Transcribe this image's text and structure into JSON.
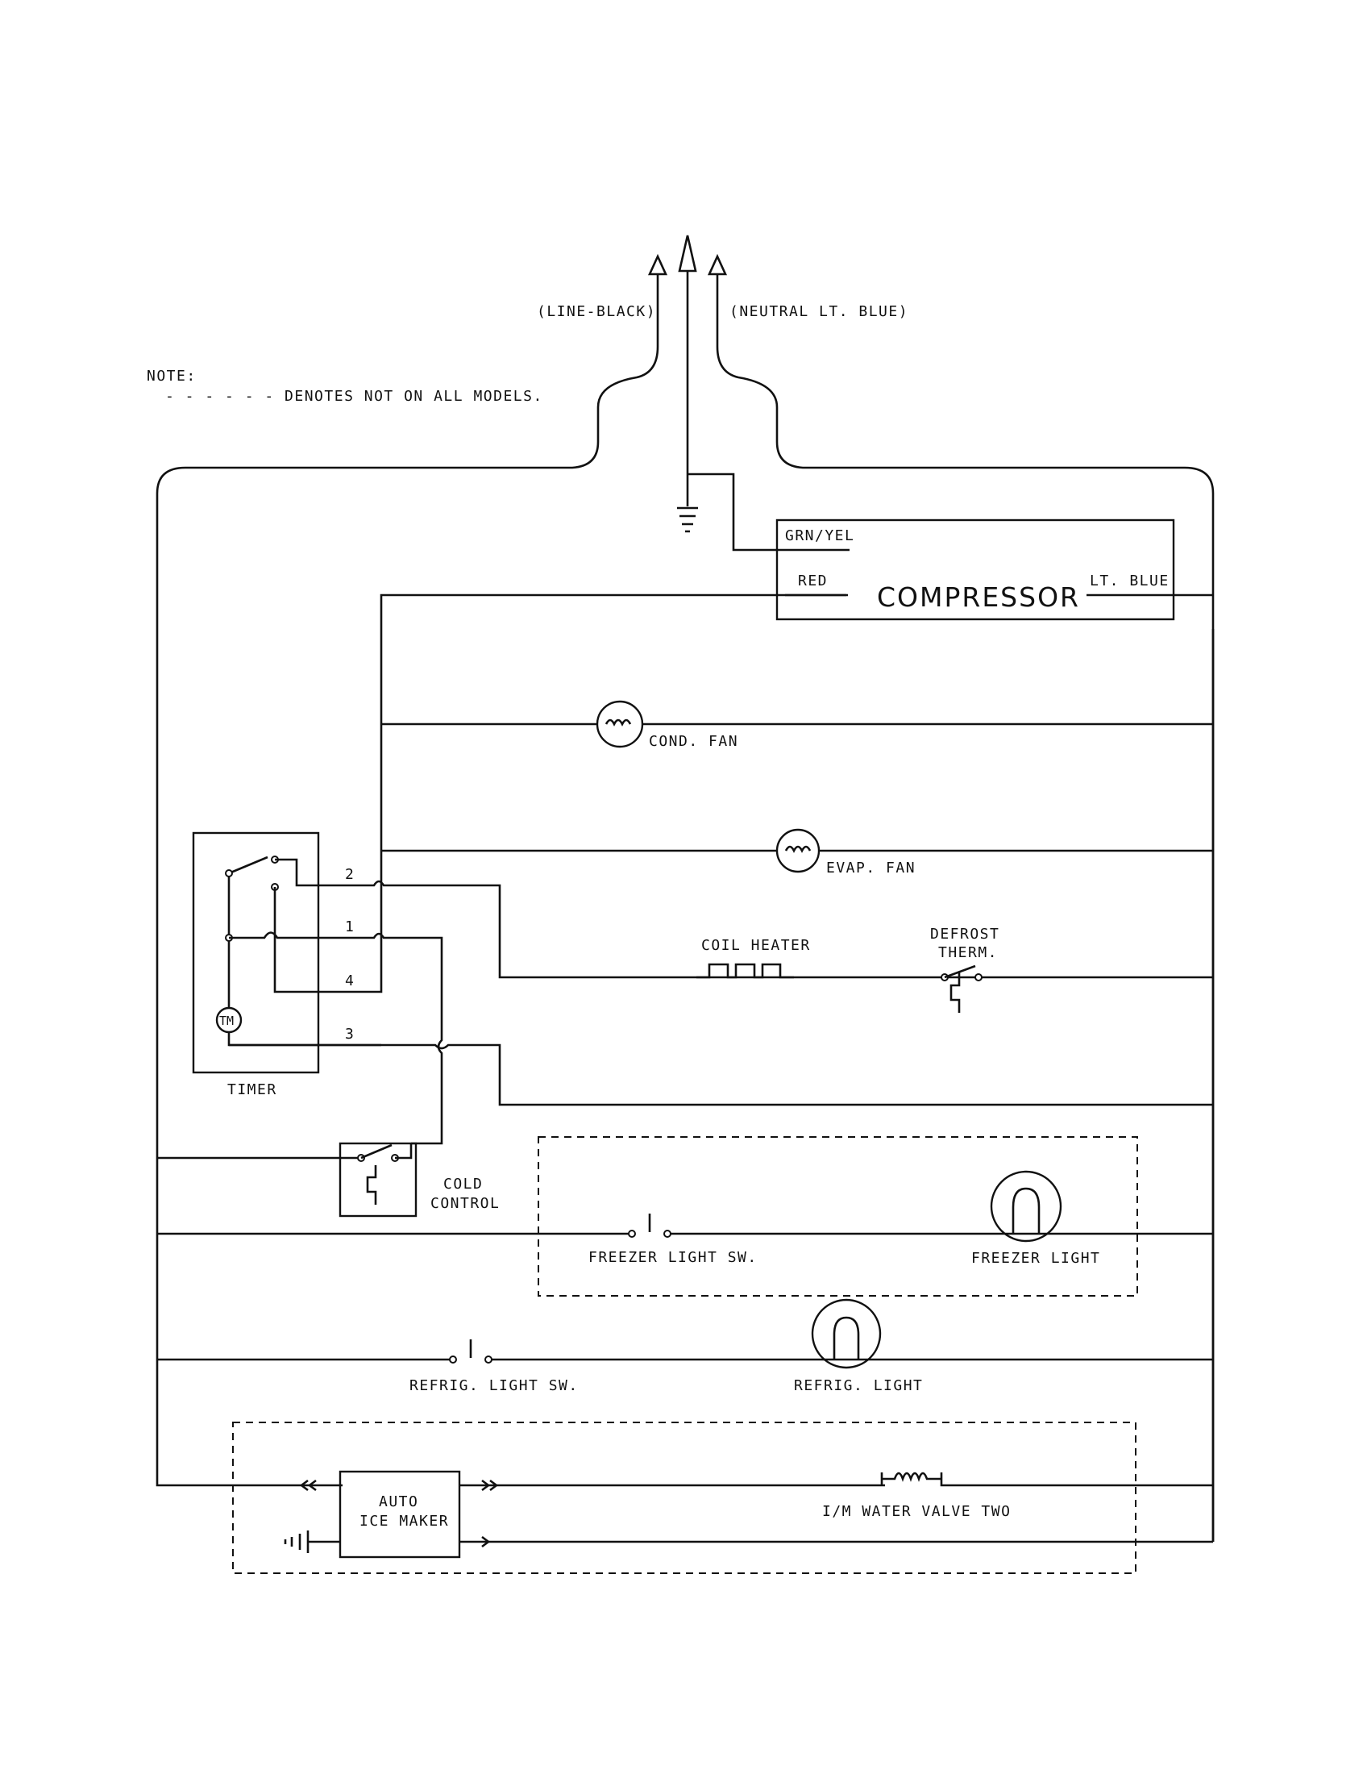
{
  "note": {
    "title": "NOTE:",
    "text": "- - - - - - DENOTES NOT ON ALL MODELS."
  },
  "supply": {
    "line": "(LINE-BLACK)",
    "neutral": "(NEUTRAL LT. BLUE)"
  },
  "compressor": {
    "title": "COMPRESSOR",
    "ground_lead": "GRN/YEL",
    "left_lead": "RED",
    "right_lead": "LT. BLUE"
  },
  "components": {
    "cond_fan": "COND. FAN",
    "evap_fan": "EVAP. FAN",
    "coil_heater": "COIL HEATER",
    "defrost_therm_1": "DEFROST",
    "defrost_therm_2": "THERM.",
    "timer": "TIMER",
    "timer_motor": "TM",
    "cold_control_1": "COLD",
    "cold_control_2": "CONTROL",
    "freezer_light_sw": "FREEZER LIGHT SW.",
    "freezer_light": "FREEZER LIGHT",
    "refrig_light_sw": "REFRIG. LIGHT SW.",
    "refrig_light": "REFRIG. LIGHT",
    "ice_maker_1": "AUTO",
    "ice_maker_2": "ICE MAKER",
    "water_valve": "I/M WATER VALVE TWO"
  },
  "timer_terminals": [
    "2",
    "1",
    "4",
    "3"
  ]
}
